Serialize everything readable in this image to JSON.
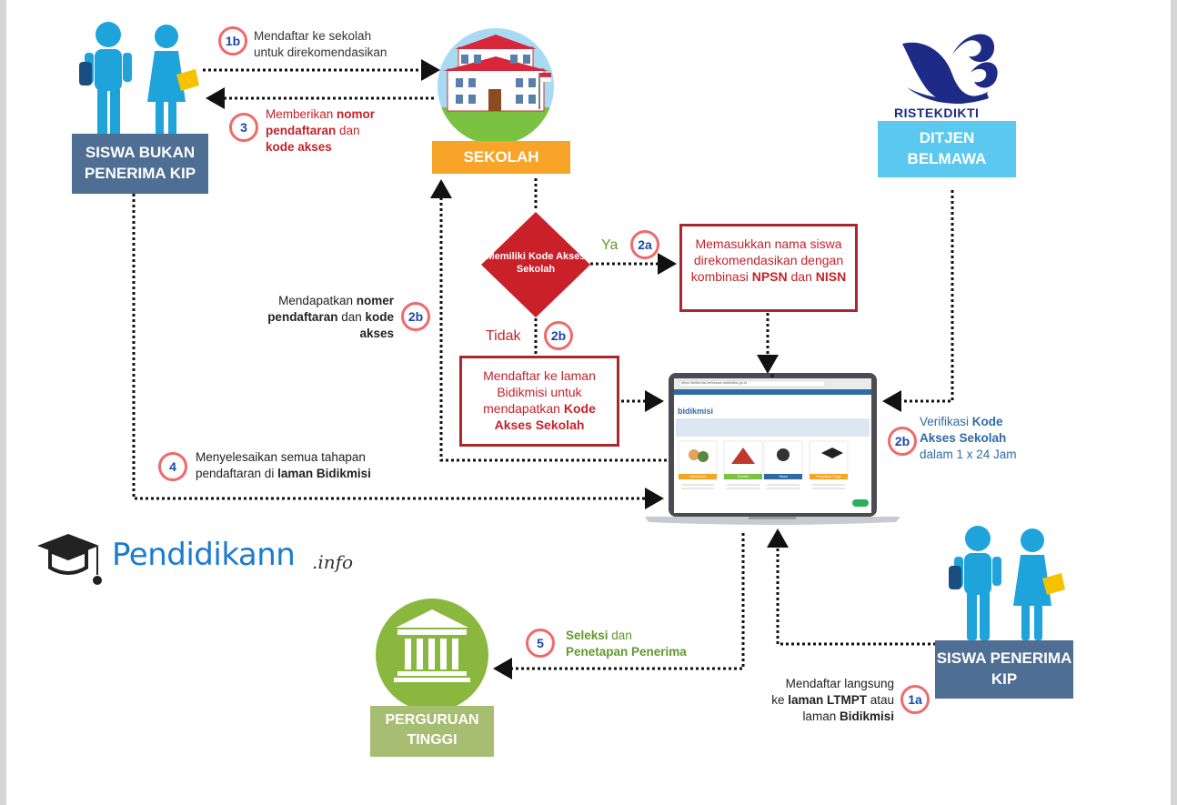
{
  "nodes": {
    "siswa_bukan": "SISWA BUKAN PENERIMA KIP",
    "sekolah": "SEKOLAH",
    "ditjen": "DITJEN BELMAWA",
    "siswa_penerima": "SISWA PENERIMA KIP",
    "perguruan": "PERGURUAN TINGGI",
    "decision": "Memiliki Kode Akses Sekolah",
    "ristek_logo": "RISTEKDIKTI"
  },
  "labels": {
    "ya": "Ya",
    "tidak": "Tidak"
  },
  "badges": {
    "b1b": "1b",
    "b3": "3",
    "b2a": "2a",
    "b2b_left": "2b",
    "b2b_mid": "2b",
    "b2b_right": "2b",
    "b4": "4",
    "b5": "5",
    "b1a": "1a"
  },
  "steps": {
    "s1b_line1": "Mendaftar ke sekolah",
    "s1b_line2": "untuk direkomendasikan",
    "s3_pre": "Memberikan ",
    "s3_b1": "nomor",
    "s3_b2": "pendaftaran",
    "s3_mid": " dan",
    "s3_b3": "kode akses",
    "s2a_pre": "Memasukkan nama siswa direkomendasikan dengan kombinasi ",
    "s2a_b1": "NPSN",
    "s2a_mid": " dan ",
    "s2a_b2": "NISN",
    "s2b_left_pre": "Mendapatkan ",
    "s2b_left_b1": "nomer",
    "s2b_left_b2": "pendaftaran",
    "s2b_left_mid": " dan ",
    "s2b_left_b3": "kode",
    "s2b_left_b4": "akses",
    "s2b_mid_pre": "Mendaftar ke laman Bidikmisi untuk mendapatkan ",
    "s2b_mid_b1": "Kode Akses Sekolah",
    "s2b_right_pre": "Verifikasi ",
    "s2b_right_b1": "Kode",
    "s2b_right_b2": "Akses Sekolah",
    "s2b_right_post": "dalam 1 x 24 Jam",
    "s4_line1": "Menyelesaikan semua tahapan",
    "s4_pre": "pendaftaran di ",
    "s4_b1": "laman Bidikmisi",
    "s5_b1": "Seleksi",
    "s5_mid": " dan",
    "s5_b2": "Penetapan Penerima",
    "s1a_line1": "Mendaftar langsung",
    "s1a_pre": "ke ",
    "s1a_b1": "laman LTMPT",
    "s1a_mid": " atau",
    "s1a_pre2": "laman ",
    "s1a_b2": "Bidikmisi"
  },
  "laptop": {
    "url": "https://bidikmisi.belmawa.ristekdikti.go.id",
    "brand": "bidikmisi",
    "cards": [
      "Mahasiswa",
      "Sekolah",
      "Siswa",
      "Perguruan Tinggi"
    ]
  },
  "watermark": {
    "main": "Pendidikann",
    "sub": ".info"
  },
  "colors": {
    "dark_blue": "#4f6e93",
    "orange": "#f7a428",
    "cyan": "#5bc8f0",
    "olive": "#a7bd71",
    "red": "#c4222a",
    "person_blue": "#1ea3db"
  }
}
